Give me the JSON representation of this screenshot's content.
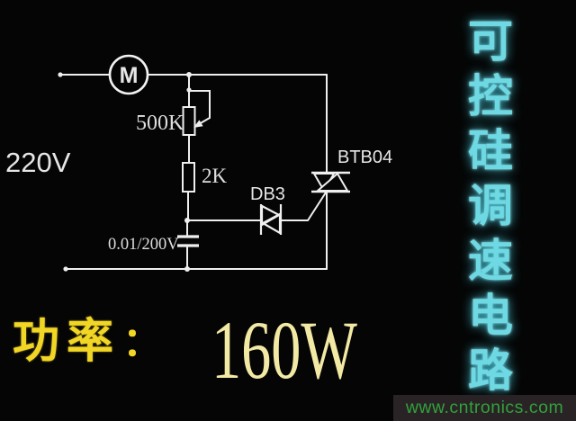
{
  "colors": {
    "background": "#050505",
    "wire": "#efefef",
    "label": "#e6e6e6",
    "side_title_cyan": "#6fd9e3",
    "power_prefix_yellow": "#f1d626",
    "power_value_yellow": "#f2e9a4",
    "watermark_green": "#31a23c",
    "watermark_strip_bg": "#292325"
  },
  "schematic": {
    "labels": {
      "source": "220V",
      "motor": "M",
      "potentiometer": "500K",
      "resistor": "2K",
      "diac": "DB3",
      "triac": "BTB04",
      "capacitor": "0.01/200V"
    }
  },
  "side_title": {
    "text": "可控硅调速电路",
    "chars": [
      "可",
      "控",
      "硅",
      "调",
      "速",
      "电",
      "路"
    ]
  },
  "power_caption": {
    "prefix": "功率",
    "colon": "：",
    "value": "160W"
  },
  "watermark": {
    "text": "www.cntronics.com"
  }
}
